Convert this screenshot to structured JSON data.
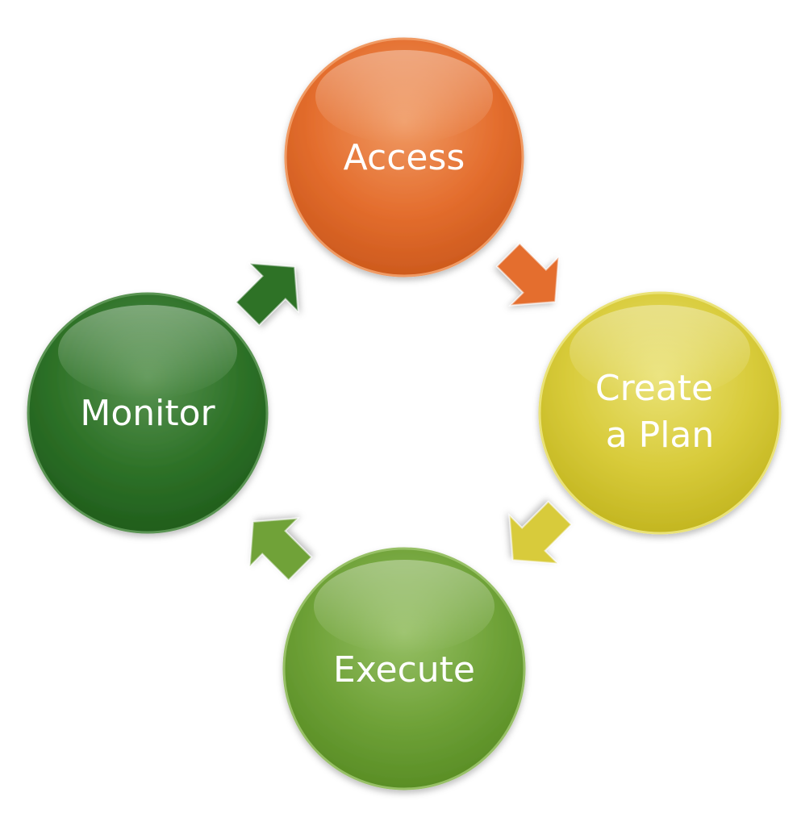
{
  "diagram": {
    "type": "cycle",
    "nodes": [
      {
        "id": "access",
        "lines": [
          "Access"
        ],
        "color": "#E46E2E",
        "color_light": "#F09A64",
        "color_dark": "#C9561A"
      },
      {
        "id": "create-a-plan",
        "lines": [
          "Create",
          "a Plan"
        ],
        "color": "#D8CB3A",
        "color_light": "#EAE276",
        "color_dark": "#BFB21C"
      },
      {
        "id": "execute",
        "lines": [
          "Execute"
        ],
        "color": "#6FA238",
        "color_light": "#97C066",
        "color_dark": "#558A22"
      },
      {
        "id": "monitor",
        "lines": [
          "Monitor"
        ],
        "color": "#2E7228",
        "color_light": "#5A9452",
        "color_dark": "#1E5A1A"
      }
    ],
    "arrows": [
      {
        "from": "access",
        "to": "create-a-plan",
        "color": "#E46E2E"
      },
      {
        "from": "create-a-plan",
        "to": "execute",
        "color": "#D8CB3A"
      },
      {
        "from": "execute",
        "to": "monitor",
        "color": "#6FA238"
      },
      {
        "from": "monitor",
        "to": "access",
        "color": "#2E7228"
      }
    ]
  }
}
